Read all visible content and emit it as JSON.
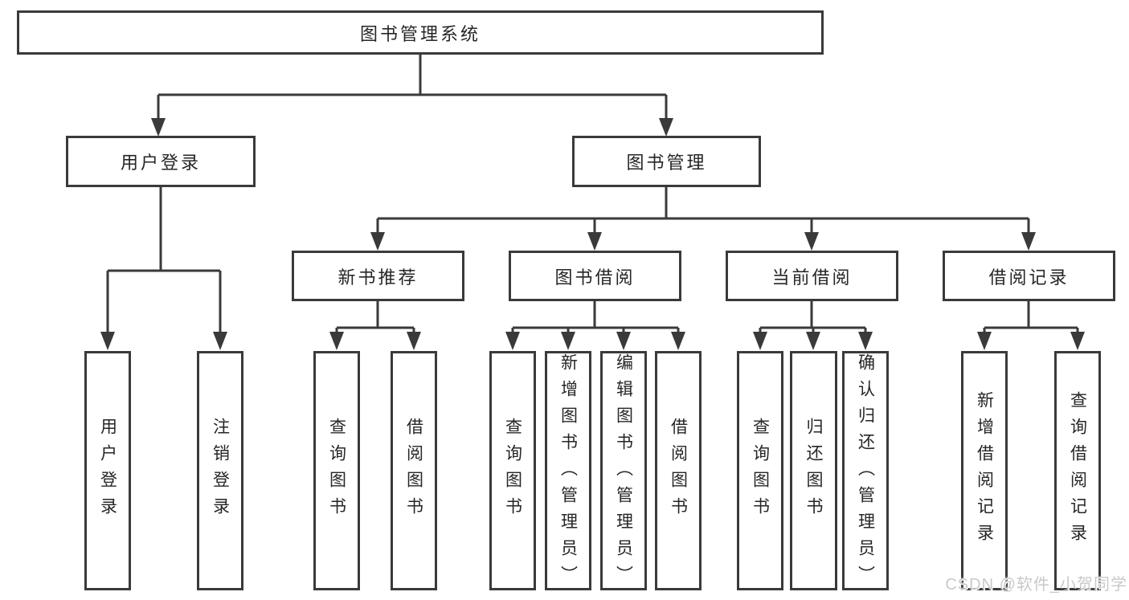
{
  "diagram": {
    "title": "图书管理系统",
    "level2": [
      {
        "label": "用户登录"
      },
      {
        "label": "图书管理"
      }
    ],
    "level3": [
      {
        "label": "新书推荐"
      },
      {
        "label": "图书借阅"
      },
      {
        "label": "当前借阅"
      },
      {
        "label": "借阅记录"
      }
    ],
    "leaves": {
      "login": [
        "用户登录",
        "注销登录"
      ],
      "recommend": [
        "查询图书",
        "借阅图书"
      ],
      "borrow": [
        "查询图书",
        "新增图书（管理员）",
        "编辑图书（管理员）",
        "借阅图书"
      ],
      "current": [
        "查询图书",
        "归还图书",
        "确认归还（管理员）"
      ],
      "records": [
        "新增借阅记录",
        "查询借阅记录"
      ]
    }
  },
  "watermark": {
    "text": "CSDN @软件_小贺同学"
  },
  "colors": {
    "line": "#3a3a3a",
    "text": "#262626",
    "background": "#ffffff",
    "watermark": "#c9c9c9"
  }
}
